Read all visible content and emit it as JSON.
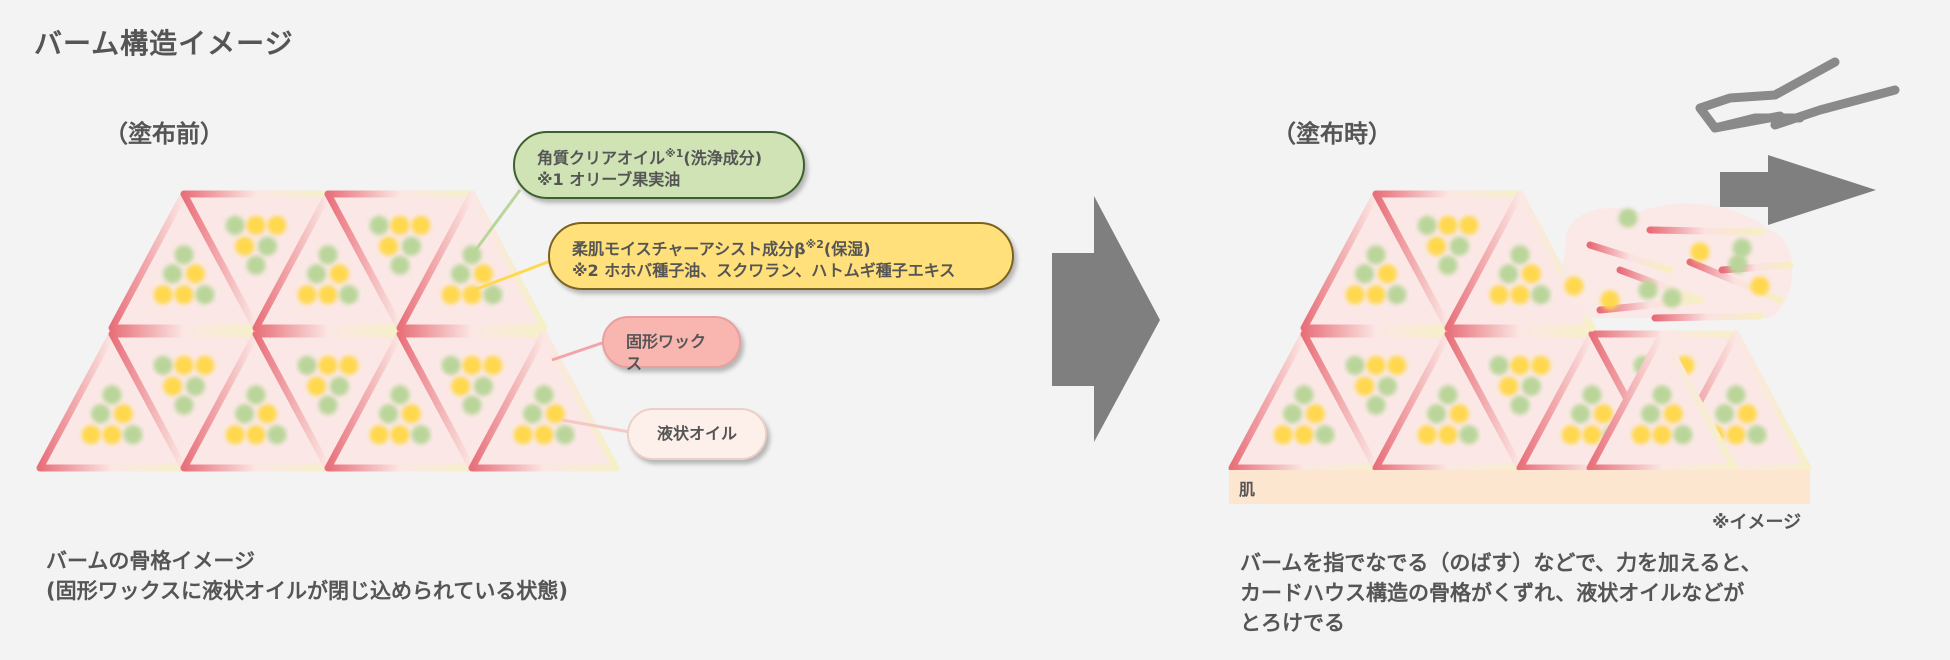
{
  "title": "バーム構造イメージ",
  "left": {
    "label": "（塗布前）",
    "caption": "バームの骨格イメージ\n(固形ワックスに液状オイルが閉じ込められている状態)"
  },
  "right": {
    "label": "（塗布時）",
    "skin_label": "肌",
    "note": "※イメージ",
    "caption": "バームを指でなでる（のばす）などで、力を加えると、\nカードハウス構造の骨格がくずれ、液状オイルなどが\nとろけでる"
  },
  "bubbles": {
    "green_line1": "角質クリアオイル",
    "green_sup": "※1",
    "green_line1_tail": "(洗浄成分)",
    "green_line2": "※1 オリーブ果実油",
    "yellow_line1": "柔肌モイスチャーアシスト成分β",
    "yellow_sup": "※2",
    "yellow_line1_tail": "(保湿)",
    "yellow_line2": "※2 ホホバ種子油、スクワラン、ハトムギ種子エキス",
    "pink": "固形ワックス",
    "light": "液状オイル"
  },
  "colors": {
    "wax": "#f4a3a8",
    "oil_green": "#b9d59a",
    "oil_yellow": "#ffd84e",
    "skin": "#fde6cf",
    "arrow": "#7f7f7f"
  }
}
